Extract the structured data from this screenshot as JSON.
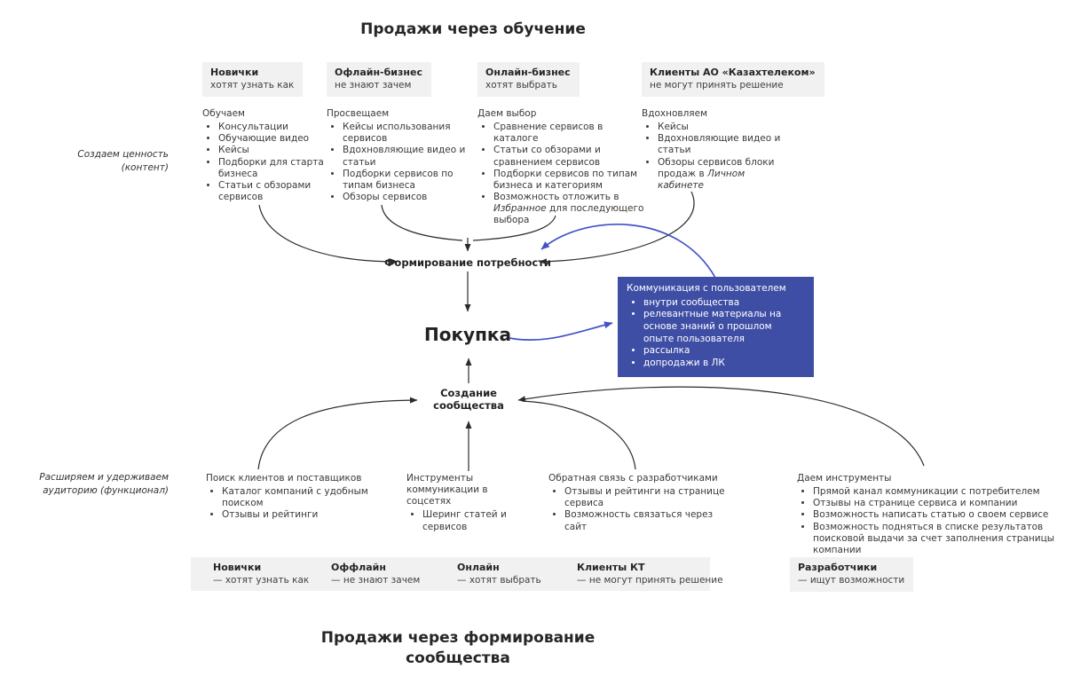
{
  "colors": {
    "background": "#ffffff",
    "panel_gray": "#f1f1f1",
    "text": "#3a3a3a",
    "comm_box_blue": "#3E4EA5",
    "arrow_black": "#2b2b2b",
    "arrow_blue": "#4152C7"
  },
  "titles": {
    "top": "Продажи через обучение",
    "bottom": "Продажи через формирование сообщества"
  },
  "side_labels": {
    "content": "Создаем ценность (контент)",
    "functional": "Расширяем и удерживаем аудиторию (функционал)"
  },
  "funnel": {
    "need": "Формирование потребности",
    "purchase": "Покупка",
    "community": "Создание сообщества"
  },
  "personas_top": [
    {
      "name": "Новички",
      "desc": "хотят узнать как"
    },
    {
      "name": "Офлайн-бизнес",
      "desc": "не знают зачем"
    },
    {
      "name": "Онлайн-бизнес",
      "desc": "хотят выбрать"
    },
    {
      "name": "Клиенты АО «Казахтелеком»",
      "desc": "не могут принять решение"
    }
  ],
  "education_columns": [
    {
      "heading": "Обучаем",
      "items": [
        "Консультации",
        "Обучающие видео",
        "Кейсы",
        "Подборки для старта бизнеса",
        "Статьи с обзорами сервисов"
      ]
    },
    {
      "heading": "Просвещаем",
      "items": [
        "Кейсы использования сервисов",
        "Вдохновляющие видео и статьи",
        "Подборки сервисов по типам бизнеса",
        "Обзоры сервисов"
      ]
    },
    {
      "heading": "Даем выбор",
      "items": [
        "Сравнение сервисов в каталоге",
        "Статьи со обзорами и сравнением сервисов",
        "Подборки сервисов по типам бизнеса и категориям",
        "Возможность отложить в *Избранное* для последующего выбора"
      ]
    },
    {
      "heading": "Вдохновляем",
      "items": [
        "Кейсы",
        "Вдохновляющие видео и статьи",
        "Обзоры сервисов блоки продаж в *Личном кабинете*"
      ]
    }
  ],
  "communication_box": {
    "heading": "Коммуникация с пользователем",
    "items": [
      "внутри сообщества",
      "релевантные материалы на основе знаний о прошлом опыте пользователя",
      "рассылка",
      "допродажи в ЛК"
    ]
  },
  "community_columns": [
    {
      "heading": "Поиск клиентов и поставщиков",
      "items": [
        "Каталог компаний с удобным поиском",
        "Отзывы и рейтинги"
      ]
    },
    {
      "heading": "Инструменты коммуникации в соцсетях",
      "items": [
        "Шеринг статей и сервисов"
      ]
    },
    {
      "heading": "Обратная связь с разработчиками",
      "items": [
        "Отзывы и рейтинги на странице сервиса",
        "Возможность связаться через сайт"
      ]
    },
    {
      "heading": "Даем инструменты",
      "items": [
        "Прямой канал коммуникации с потребителем",
        "Отзывы на странице сервиса и компании",
        "Возможность написать статью о своем сервисе",
        "Возможность подняться в списке результатов поисковой выдачи за счет заполнения страницы компании"
      ]
    }
  ],
  "personas_bottom": [
    {
      "name": "Новички",
      "desc": "— хотят узнать как"
    },
    {
      "name": "Оффлайн",
      "desc": "— не знают зачем"
    },
    {
      "name": "Онлайн",
      "desc": "— хотят выбрать"
    },
    {
      "name": "Клиенты КТ",
      "desc": "— не могут принять решение"
    }
  ],
  "persona_developers": {
    "name": "Разработчики",
    "desc": "— ищут возможности"
  }
}
